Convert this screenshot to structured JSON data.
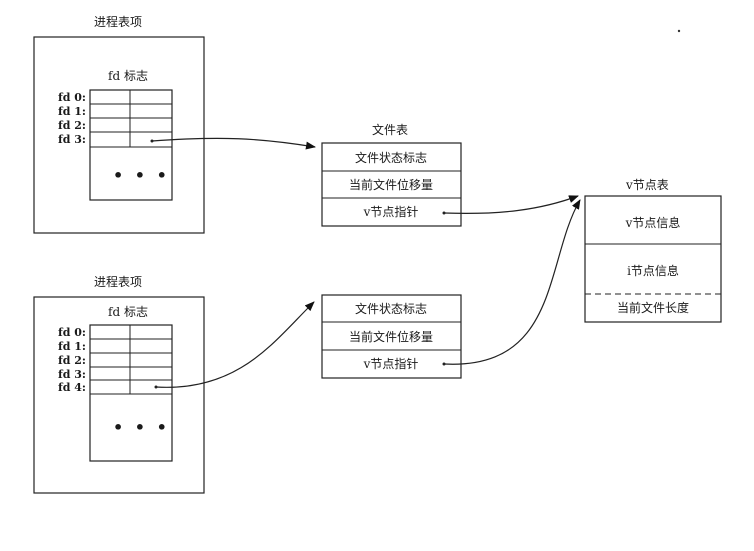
{
  "proc1": {
    "title": "进程表项",
    "fd_header": "fd 标志",
    "fds": [
      "fd 0:",
      "fd 1:",
      "fd 2:",
      "fd 3:"
    ],
    "ellipsis": "• • •"
  },
  "proc2": {
    "title": "进程表项",
    "fd_header": "fd 标志",
    "fds": [
      "fd 0:",
      "fd 1:",
      "fd 2:",
      "fd 3:",
      "fd 4:"
    ],
    "ellipsis": "• • •"
  },
  "file_table": {
    "title": "文件表",
    "entry1": [
      "文件状态标志",
      "当前文件位移量",
      "v节点指针"
    ],
    "entry2": [
      "文件状态标志",
      "当前文件位移量",
      "v节点指针"
    ]
  },
  "vnode_table": {
    "title": "v节点表",
    "rows": [
      "v节点信息",
      "i节点信息",
      "当前文件长度"
    ]
  }
}
